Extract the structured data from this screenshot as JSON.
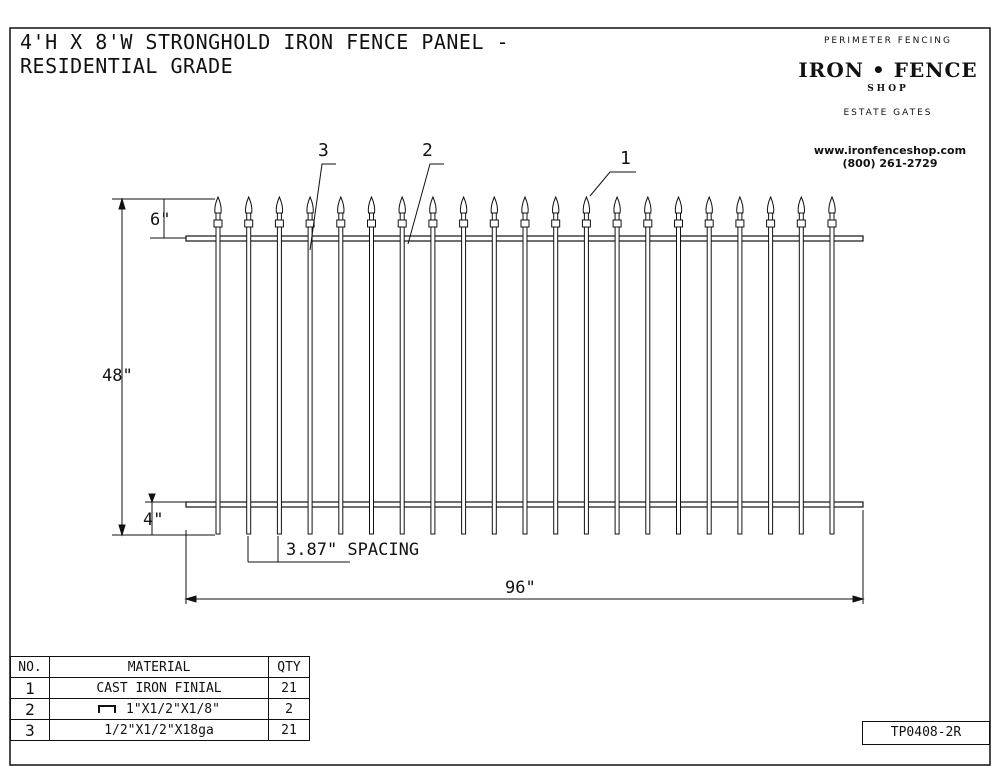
{
  "drawing": {
    "title_line1": "4'H X 8'W STRONGHOLD IRON FENCE PANEL -",
    "title_line2": "RESIDENTIAL GRADE",
    "doc_id": "TP0408-2R"
  },
  "brand": {
    "top_text": "PERIMETER FENCING",
    "name": "IRON • FENCE",
    "sub": "SHOP",
    "bottom_text": "ESTATE GATES",
    "url": "www.ironfenceshop.com",
    "phone": "(800) 261-2729"
  },
  "dimensions": {
    "finial_height": "6\"",
    "panel_height": "48\"",
    "bottom_clearance": "4\"",
    "spacing": "3.87\" SPACING",
    "panel_width": "96\""
  },
  "callouts": [
    "1",
    "2",
    "3"
  ],
  "picket_count": 21,
  "bom": {
    "headers": [
      "NO.",
      "MATERIAL",
      "QTY"
    ],
    "rows": [
      {
        "no": "1",
        "material": "CAST IRON FINIAL",
        "qty": "21"
      },
      {
        "no": "2",
        "material": "1\"X1/2\"X1/8\"",
        "qty": "2",
        "icon": "channel-icon"
      },
      {
        "no": "3",
        "material": "1/2\"X1/2\"X18ga",
        "qty": "21"
      }
    ]
  }
}
